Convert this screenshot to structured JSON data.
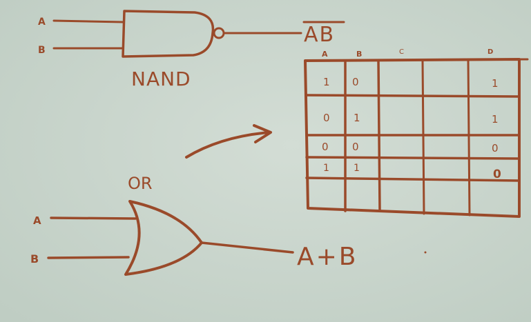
{
  "nand": {
    "input_a": "A",
    "input_b": "B",
    "label": "NAND",
    "output": "AB"
  },
  "or": {
    "label": "OR",
    "input_a": "A",
    "input_b": "B",
    "output": "A+B"
  },
  "truth_table": {
    "headers": [
      "A",
      "B",
      "C",
      "",
      "D"
    ],
    "rows": [
      [
        "1",
        "0",
        "",
        "",
        "1"
      ],
      [
        "0",
        "1",
        "",
        "",
        "1"
      ],
      [
        "0",
        "0",
        "",
        "",
        "0"
      ],
      [
        "1",
        "1",
        "",
        "",
        "0"
      ],
      [
        "",
        "",
        "",
        "",
        ""
      ]
    ]
  },
  "colors": {
    "ink": "#9a4a2a",
    "board": "#c9d6cc"
  }
}
